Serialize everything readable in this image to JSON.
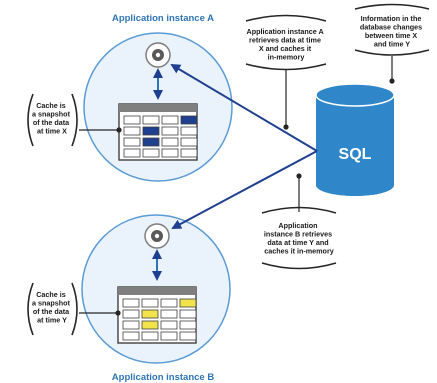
{
  "instance_a": {
    "title": "Application instance A",
    "cache_note": [
      "Cache is",
      "a snapshot",
      "of the data",
      "at time X"
    ],
    "highlight_color": "#1f3f8f"
  },
  "instance_b": {
    "title": "Application instance B",
    "cache_note": [
      "Cache is",
      "a snapshot",
      "of the data",
      "at time Y"
    ],
    "highlight_color": "#f2e34c"
  },
  "database": {
    "label": "SQL",
    "color": "#2f86c8",
    "icon": "database-cylinder-icon"
  },
  "notes": {
    "retrieve_a": [
      "Application instance A",
      "retrieves data at time",
      "X and caches it",
      "in-memory"
    ],
    "db_changes": [
      "Information in the",
      "database changes",
      "between time X",
      "and time Y"
    ],
    "retrieve_b": [
      "Application",
      "instance B retrieves",
      "data at time Y and",
      "caches it in-memory"
    ]
  },
  "colors": {
    "accent": "#2f75b5",
    "arrow": "#1f3f8f",
    "circle_fill": "#eaf3fb",
    "circle_stroke": "#5b9bd5"
  }
}
